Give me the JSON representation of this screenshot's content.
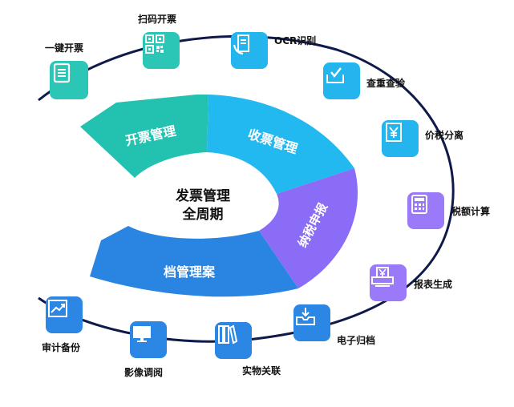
{
  "center": {
    "line1": "发票管理",
    "line2": "全周期"
  },
  "segments": [
    {
      "id": "issue",
      "label": "开票管理",
      "color": "#22c1b0"
    },
    {
      "id": "receive",
      "label": "收票管理",
      "color": "#22b8f0"
    },
    {
      "id": "tax",
      "label": "纳税申报",
      "color": "#8b6cf6"
    },
    {
      "id": "archive",
      "label": "档管理案",
      "color": "#2a84e2"
    }
  ],
  "nodes": [
    {
      "id": "one-click",
      "label": "一键开票",
      "icon": "document-lines-icon",
      "color": "#2bc6b6"
    },
    {
      "id": "scan",
      "label": "扫码开票",
      "icon": "qr-code-icon",
      "color": "#2bc6b6"
    },
    {
      "id": "ocr",
      "label": "OCR识别",
      "icon": "receipt-hand-icon",
      "color": "#24b5ee"
    },
    {
      "id": "verify",
      "label": "查重查验",
      "icon": "check-tray-icon",
      "color": "#24b5ee"
    },
    {
      "id": "split",
      "label": "价税分离",
      "icon": "yen-receipt-icon",
      "color": "#24b5ee"
    },
    {
      "id": "calc",
      "label": "税额计算",
      "icon": "calculator-icon",
      "color": "#9a7af8"
    },
    {
      "id": "report",
      "label": "报表生成",
      "icon": "yen-printer-icon",
      "color": "#9a7af8"
    },
    {
      "id": "archive",
      "label": "电子归档",
      "icon": "inbox-download-icon",
      "color": "#2b86e4"
    },
    {
      "id": "link",
      "label": "实物关联",
      "icon": "binders-icon",
      "color": "#2b86e4"
    },
    {
      "id": "view",
      "label": "影像调阅",
      "icon": "monitor-icon",
      "color": "#2b86e4"
    },
    {
      "id": "audit",
      "label": "审计备份",
      "icon": "trend-chart-icon",
      "color": "#2b86e4"
    }
  ]
}
